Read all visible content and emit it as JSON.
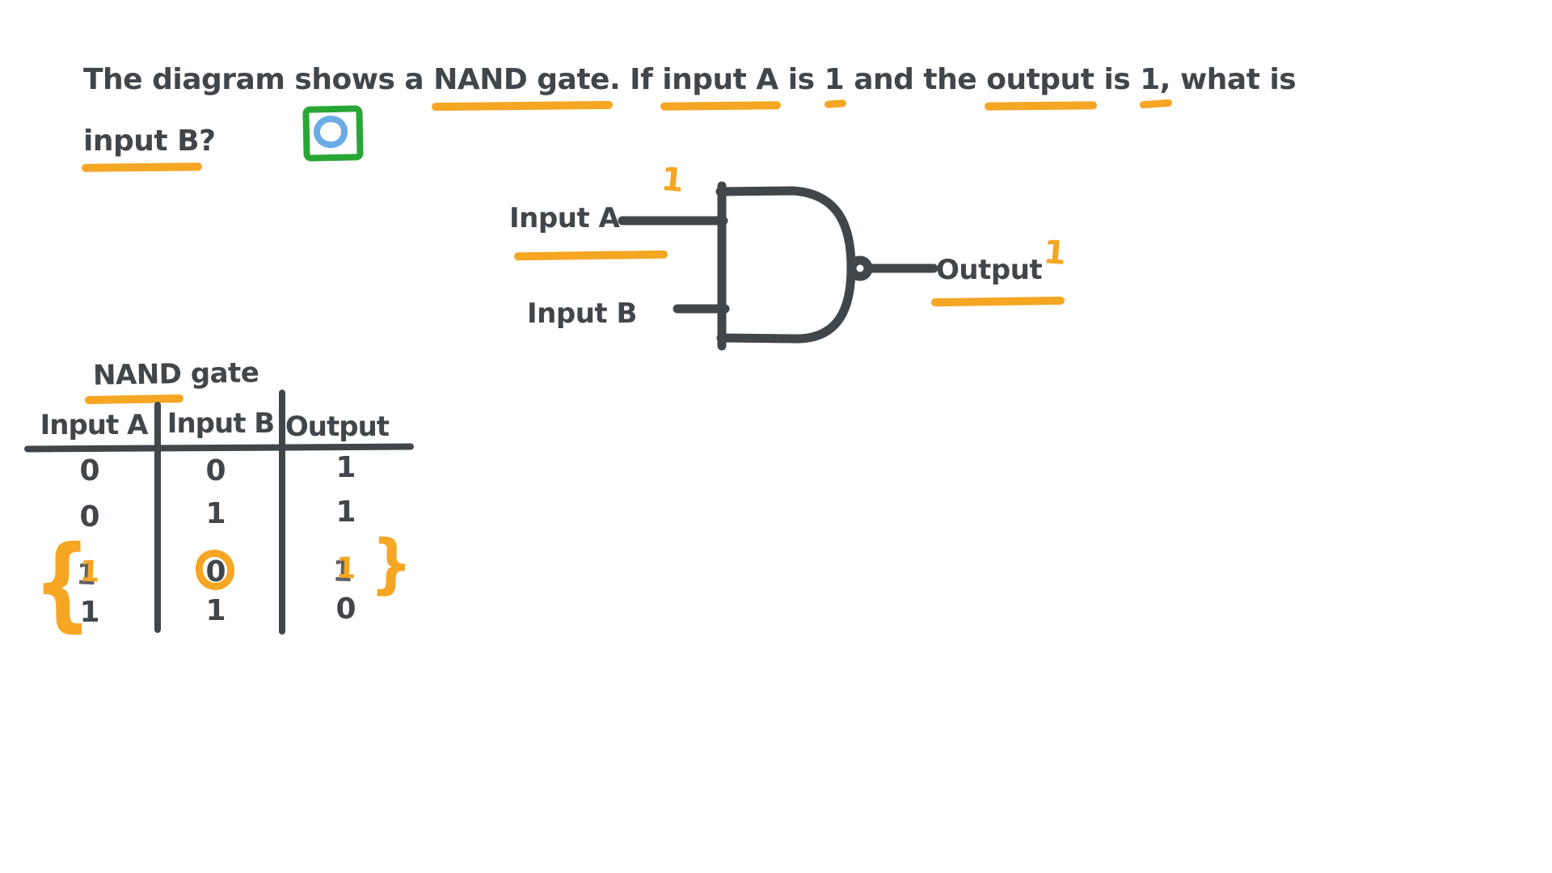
{
  "question": {
    "line1_parts": [
      {
        "text": "The diagram shows a "
      },
      {
        "text": "NAND gate",
        "underlined": true
      },
      {
        "text": ". If "
      },
      {
        "text": "input A",
        "underlined": true
      },
      {
        "text": " is "
      },
      {
        "text": "1",
        "underlined": true
      },
      {
        "text": " and the "
      },
      {
        "text": "output",
        "underlined": true
      },
      {
        "text": " is "
      },
      {
        "text": "1,",
        "underlined": true
      },
      {
        "text": " what is"
      }
    ],
    "line2_parts": [
      {
        "text": "input B",
        "underlined": true
      },
      {
        "text": "?"
      }
    ]
  },
  "gate_diagram": {
    "gate_type": "NAND",
    "input_a_label": "Input A",
    "input_a_value": "1",
    "input_b_label": "Input B",
    "output_label": "Output",
    "output_value": "1"
  },
  "truth_table": {
    "title": "NAND gate",
    "headers": [
      "Input A",
      "Input B",
      "Output"
    ],
    "rows": [
      [
        "0",
        "0",
        "1"
      ],
      [
        "0",
        "1",
        "1"
      ],
      [
        "1",
        "0",
        "1"
      ],
      [
        "1",
        "1",
        "0"
      ]
    ],
    "highlighted_row_index": 2
  },
  "annotations": {
    "brace_left": "{",
    "brace_right": "}"
  },
  "colors": {
    "ink": "#41464b",
    "orange": "#f5a623",
    "green": "#2aa636",
    "blue": "#6aabe8"
  }
}
